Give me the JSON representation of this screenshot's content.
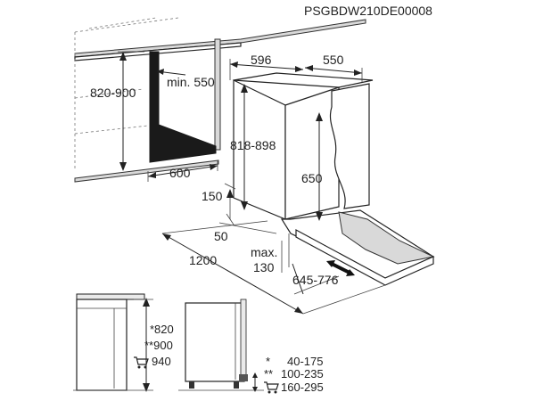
{
  "code": "PSGBDW210DE00008",
  "dims": {
    "cabinet_height": "820-900",
    "min_depth": "min. 550",
    "niche_width": "600",
    "width": "596",
    "depth": "550",
    "appliance_height": "818-898",
    "door_height": "650",
    "dim_150": "150",
    "dim_50": "50",
    "max_label": "max.",
    "max_value": "130",
    "dim_1200": "1200",
    "door_range": "645-776"
  },
  "legend": {
    "h1": "*820",
    "h2": "**900",
    "h3": "940",
    "r1_mark": "*",
    "r1": "40-175",
    "r2_mark": "**",
    "r2": "100-235",
    "r3": "160-295"
  },
  "icons": [
    "cart-icon",
    "cart-icon"
  ]
}
